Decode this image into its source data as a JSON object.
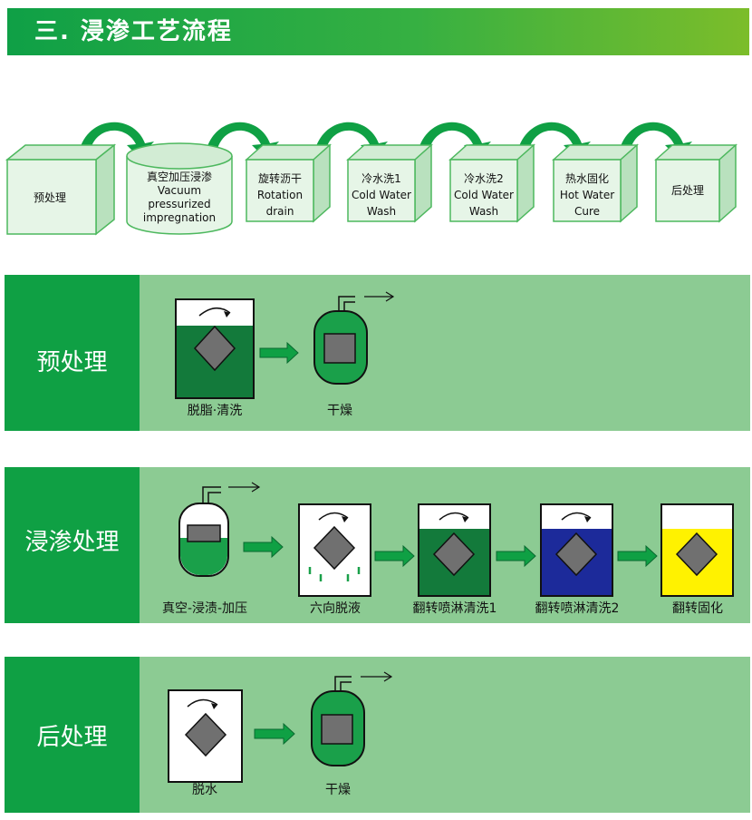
{
  "header": {
    "title": "三. 浸渗工艺流程"
  },
  "flow": {
    "steps": [
      {
        "lines": [
          "预处理"
        ]
      },
      {
        "lines": [
          "真空加压浸渗",
          "Vacuum",
          "pressurized",
          "impregnation"
        ]
      },
      {
        "lines": [
          "旋转沥干",
          "Rotation",
          "drain"
        ]
      },
      {
        "lines": [
          "冷水洗1",
          "Cold Water",
          "Wash"
        ]
      },
      {
        "lines": [
          "冷水洗2",
          "Cold Water",
          "Wash"
        ]
      },
      {
        "lines": [
          "热水固化",
          "Hot Water",
          "Cure"
        ]
      },
      {
        "lines": [
          "后处理"
        ]
      }
    ]
  },
  "panels": [
    {
      "title": "预处理",
      "steps": [
        "脱脂·清洗",
        "干燥"
      ]
    },
    {
      "title": "浸渗处理",
      "steps": [
        "真空-浸渍-加压",
        "六向脱液",
        "翻转喷淋清洗1",
        "翻转喷淋清洗2",
        "翻转固化"
      ]
    },
    {
      "title": "后处理",
      "steps": [
        "脱水",
        "干燥"
      ]
    }
  ],
  "colors": {
    "brand_green": "#0fa044",
    "panel_bg": "#8ccb93",
    "dark_tank": "#137a3b",
    "blue_tank": "#1c2a9a",
    "yellow_tank": "#fff200",
    "part_gray": "#707070"
  }
}
